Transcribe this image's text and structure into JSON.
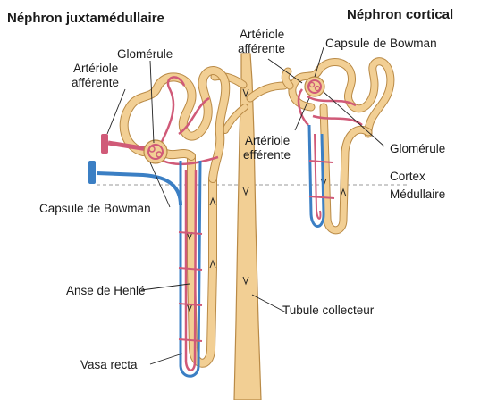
{
  "diagram": {
    "headings": {
      "juxtamedullary": "Néphron juxtamédullaire",
      "cortical": "Néphron cortical"
    },
    "labels": {
      "glomerulus_left": "Glomérule",
      "afferent_left_1": "Artériole",
      "afferent_left_2": "afférente",
      "bowman_left": "Capsule de Bowman",
      "henle": "Anse de Henlé",
      "vasa_recta": "Vasa recta",
      "afferent_right_1": "Artériole",
      "afferent_right_2": "afférente",
      "bowman_right": "Capsule de Bowman",
      "efferent_1": "Artériole",
      "efferent_2": "efférente",
      "glomerulus_right": "Glomérule",
      "cortex": "Cortex",
      "medulla": "Médullaire",
      "collecting_tubule": "Tubule collecteur"
    },
    "colors": {
      "tubule_fill": "#f2cf94",
      "tubule_outline": "#b98a46",
      "artery": "#d05a78",
      "vein": "#3b7fc4",
      "boundary_line": "#9a9a9a",
      "leader_line": "#222222"
    }
  }
}
